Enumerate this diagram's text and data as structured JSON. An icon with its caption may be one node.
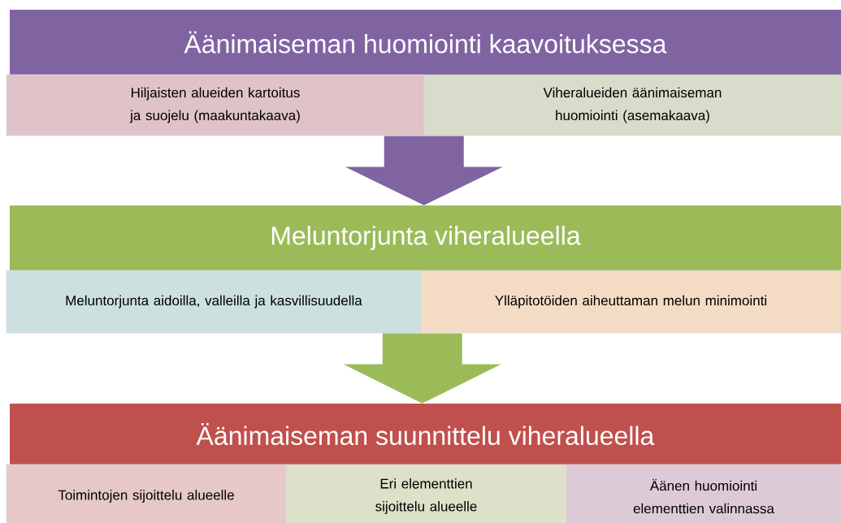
{
  "diagram": {
    "nodes": [
      {
        "text": [
          "Äänimaiseman huomiointi kaavoituksessa"
        ]
      },
      {
        "text": [
          "Hiljaisten alueiden kartoitus ja suojelu (maakuntakaava)"
        ]
      },
      {
        "text": [
          "Viheralueiden äänimaiseman huomiointi (asemakaava)"
        ]
      },
      {
        "text": [
          "Meluntorjunta viheralueella"
        ]
      },
      {
        "text": [
          "Meluntorjunta aidoilla, valleilla ja kasvillisuudella"
        ]
      },
      {
        "text": [
          "Ylläpitotöiden aiheuttaman melun minimointi"
        ]
      },
      {
        "text": [
          "Äänimaiseman suunnittelu viheralueella"
        ]
      },
      {
        "text": [
          "Toimintojen sijoittelu alueelle"
        ]
      },
      {
        "text": [
          "Eri elementtien sijoittelu alueelle"
        ]
      },
      {
        "text": [
          "Äänen huomiointi elementtien valinnassa"
        ]
      }
    ],
    "edges": [
      {
        "from": 1,
        "to": 3,
        "arrow": "to",
        "color": "#8064a2"
      },
      {
        "from": 2,
        "to": 3,
        "arrow": "to",
        "color": "#8064a2"
      },
      {
        "from": 4,
        "to": 6,
        "arrow": "to",
        "color": "#9bbb59"
      },
      {
        "from": 5,
        "to": 6,
        "arrow": "to",
        "color": "#9bbb59"
      }
    ]
  }
}
